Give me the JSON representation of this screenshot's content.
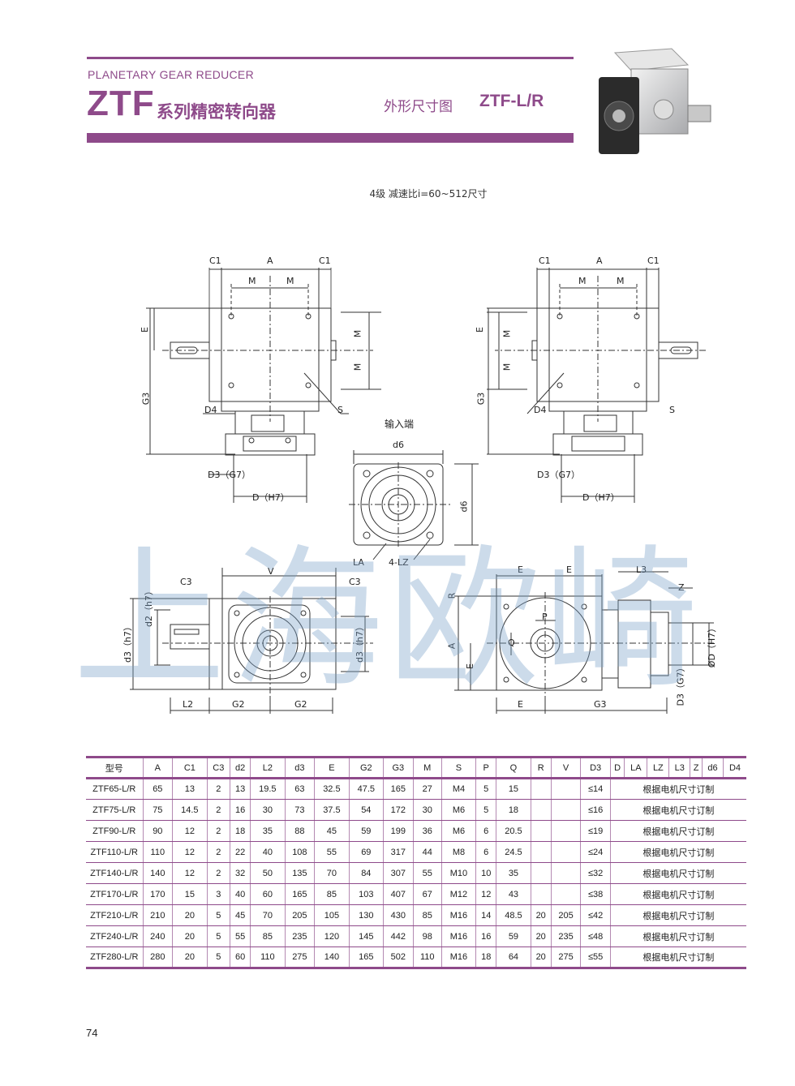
{
  "header": {
    "subtitle": "PLANETARY GEAR REDUCER",
    "series_code": "ZTF",
    "series_name": "系列精密转向器",
    "drawing_title": "外形尺寸图",
    "model_title": "ZTF-L/R"
  },
  "ratio_note": "4级  减速比i=60~512尺寸",
  "drawing_labels": {
    "c1": "C1",
    "a": "A",
    "m": "M",
    "e": "E",
    "g3": "G3",
    "d4": "D4",
    "s": "S",
    "d3_g7": "D3（G7）",
    "d_h7": "D（H7）",
    "input_end": "输入端",
    "d6": "d6",
    "la": "LA",
    "lz": "4-LZ",
    "v": "V",
    "c3": "C3",
    "d2_h7": "d2（h7）",
    "d3_h7": "d3（h7）",
    "l2": "L2",
    "g2": "G2",
    "r": "R",
    "p": "P",
    "q": "Q",
    "l3": "L3",
    "z": "Z",
    "od_h7": "ØD（H7）",
    "d3_g7_v": "D3（G7）"
  },
  "watermark": "上海欧崎",
  "table": {
    "headers": [
      "型号",
      "A",
      "C1",
      "C3",
      "d2",
      "L2",
      "d3",
      "E",
      "G2",
      "G3",
      "M",
      "S",
      "P",
      "Q",
      "R",
      "V",
      "D3",
      "D",
      "LA",
      "LZ",
      "L3",
      "Z",
      "d6",
      "D4"
    ],
    "note": "根据电机尺寸订制",
    "rows": [
      [
        "ZTF65-L/R",
        "65",
        "13",
        "2",
        "13",
        "19.5",
        "63",
        "32.5",
        "47.5",
        "165",
        "27",
        "M4",
        "5",
        "15",
        "",
        "",
        "≤14"
      ],
      [
        "ZTF75-L/R",
        "75",
        "14.5",
        "2",
        "16",
        "30",
        "73",
        "37.5",
        "54",
        "172",
        "30",
        "M6",
        "5",
        "18",
        "",
        "",
        "≤16"
      ],
      [
        "ZTF90-L/R",
        "90",
        "12",
        "2",
        "18",
        "35",
        "88",
        "45",
        "59",
        "199",
        "36",
        "M6",
        "6",
        "20.5",
        "",
        "",
        "≤19"
      ],
      [
        "ZTF110-L/R",
        "110",
        "12",
        "2",
        "22",
        "40",
        "108",
        "55",
        "69",
        "317",
        "44",
        "M8",
        "6",
        "24.5",
        "",
        "",
        "≤24"
      ],
      [
        "ZTF140-L/R",
        "140",
        "12",
        "2",
        "32",
        "50",
        "135",
        "70",
        "84",
        "307",
        "55",
        "M10",
        "10",
        "35",
        "",
        "",
        "≤32"
      ],
      [
        "ZTF170-L/R",
        "170",
        "15",
        "3",
        "40",
        "60",
        "165",
        "85",
        "103",
        "407",
        "67",
        "M12",
        "12",
        "43",
        "",
        "",
        "≤38"
      ],
      [
        "ZTF210-L/R",
        "210",
        "20",
        "5",
        "45",
        "70",
        "205",
        "105",
        "130",
        "430",
        "85",
        "M16",
        "14",
        "48.5",
        "20",
        "205",
        "≤42"
      ],
      [
        "ZTF240-L/R",
        "240",
        "20",
        "5",
        "55",
        "85",
        "235",
        "120",
        "145",
        "442",
        "98",
        "M16",
        "16",
        "59",
        "20",
        "235",
        "≤48"
      ],
      [
        "ZTF280-L/R",
        "280",
        "20",
        "5",
        "60",
        "110",
        "275",
        "140",
        "165",
        "502",
        "110",
        "M16",
        "18",
        "64",
        "20",
        "275",
        "≤55"
      ]
    ]
  },
  "page_number": "74"
}
